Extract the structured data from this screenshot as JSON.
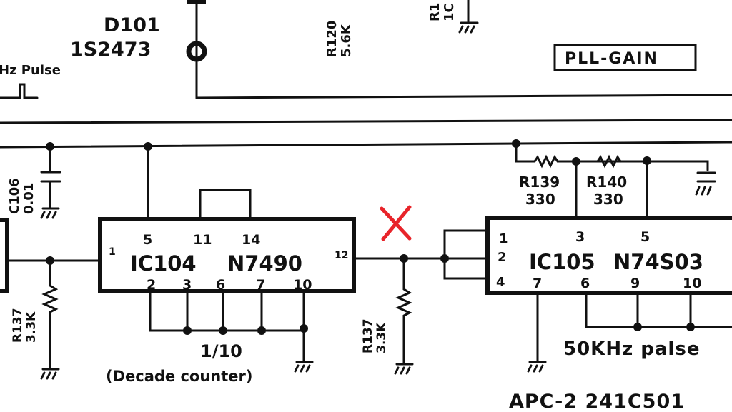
{
  "diode": {
    "ref": "D101",
    "part": "1S2473"
  },
  "pulse_label": "Hz Pulse",
  "r120": {
    "ref": "R120",
    "value": "5.6K"
  },
  "r_top_partial": {
    "ref": "R1",
    "value": "1C"
  },
  "pll_gain": "PLL-GAIN",
  "c106": {
    "ref": "C106",
    "value": "0.01"
  },
  "ic104": {
    "ref": "IC104",
    "part": "N7490",
    "pins_top": [
      "5",
      "11",
      "14"
    ],
    "pins_bottom": [
      "2",
      "3",
      "6",
      "7",
      "10"
    ],
    "pin_left": "1",
    "pin_right": "12"
  },
  "divider_label": "1/10",
  "decade_label": "(Decade counter)",
  "r137_left": {
    "ref": "R137",
    "value": "3.3K"
  },
  "r137_right": {
    "ref": "R137",
    "value": "3.3K"
  },
  "r139": {
    "ref": "R139",
    "value": "330"
  },
  "r140": {
    "ref": "R140",
    "value": "330"
  },
  "ic105": {
    "ref": "IC105",
    "part": "N74S03",
    "pins_left": [
      "1",
      "2",
      "4"
    ],
    "pins_top": [
      "3",
      "5"
    ],
    "pins_bottom": [
      "7",
      "6",
      "9",
      "10"
    ]
  },
  "pulse_50k": "50KHz palse",
  "board_label": "APC-2  241C501",
  "marker_color": "#e8242a"
}
